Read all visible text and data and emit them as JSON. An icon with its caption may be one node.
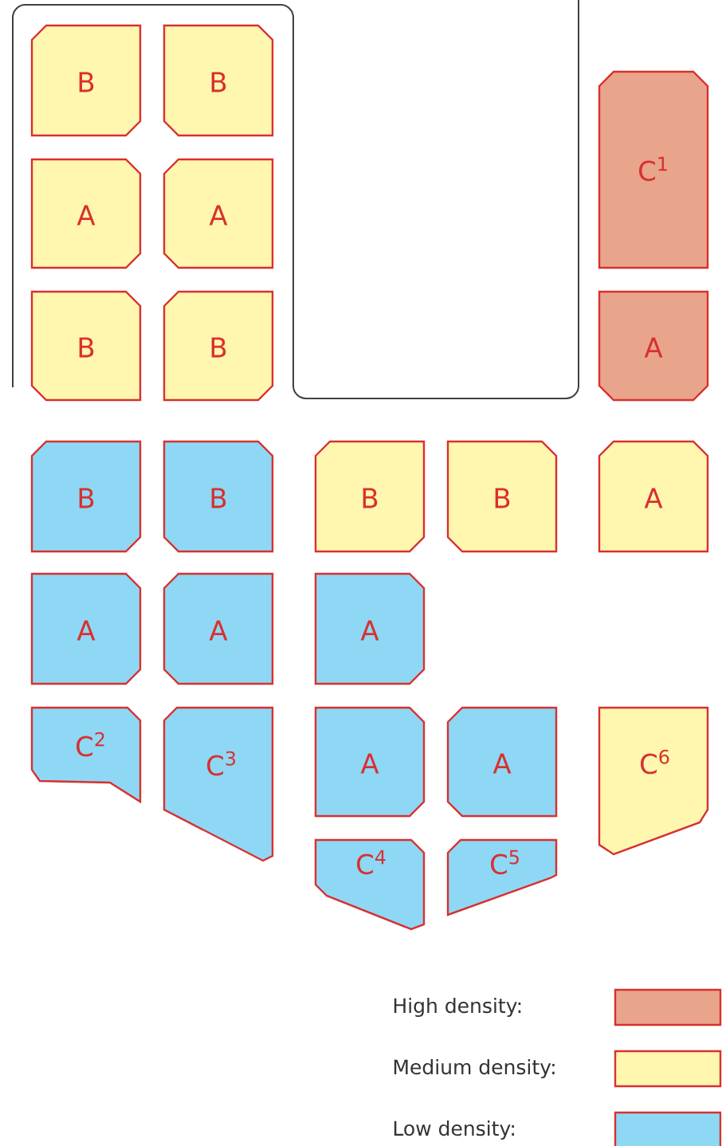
{
  "diagram": {
    "nodes": [
      {
        "text": [
          "B"
        ]
      },
      {
        "text": [
          "B"
        ]
      },
      {
        "text": [
          "C$^{1}$"
        ]
      },
      {
        "text": [
          "A"
        ]
      },
      {
        "text": [
          "A"
        ]
      },
      {
        "text": [
          "B"
        ]
      },
      {
        "text": [
          "B"
        ]
      },
      {
        "text": [
          "A"
        ]
      },
      {
        "text": [
          "B"
        ]
      },
      {
        "text": [
          "B"
        ]
      },
      {
        "text": [
          "B"
        ]
      },
      {
        "text": [
          "B"
        ]
      },
      {
        "text": [
          "A"
        ]
      },
      {
        "text": [
          "A"
        ]
      },
      {
        "text": [
          "A"
        ]
      },
      {
        "text": [
          "A"
        ]
      },
      {
        "text": [
          "C$^{2}$"
        ]
      },
      {
        "text": [
          "C$^{3}$"
        ]
      },
      {
        "text": [
          "A"
        ]
      },
      {
        "text": [
          "A"
        ]
      },
      {
        "text": [
          "C$^{6}$"
        ]
      },
      {
        "text": [
          "C$^{4}$"
        ]
      },
      {
        "text": [
          "C$^{5}$"
        ]
      }
    ],
    "legend": [
      {
        "text": "High density:",
        "color": "#e8a58c"
      },
      {
        "text": "Medium density:",
        "color": "#fff6b0"
      },
      {
        "text": "Low density:",
        "color": "#8ed8f5"
      }
    ]
  }
}
